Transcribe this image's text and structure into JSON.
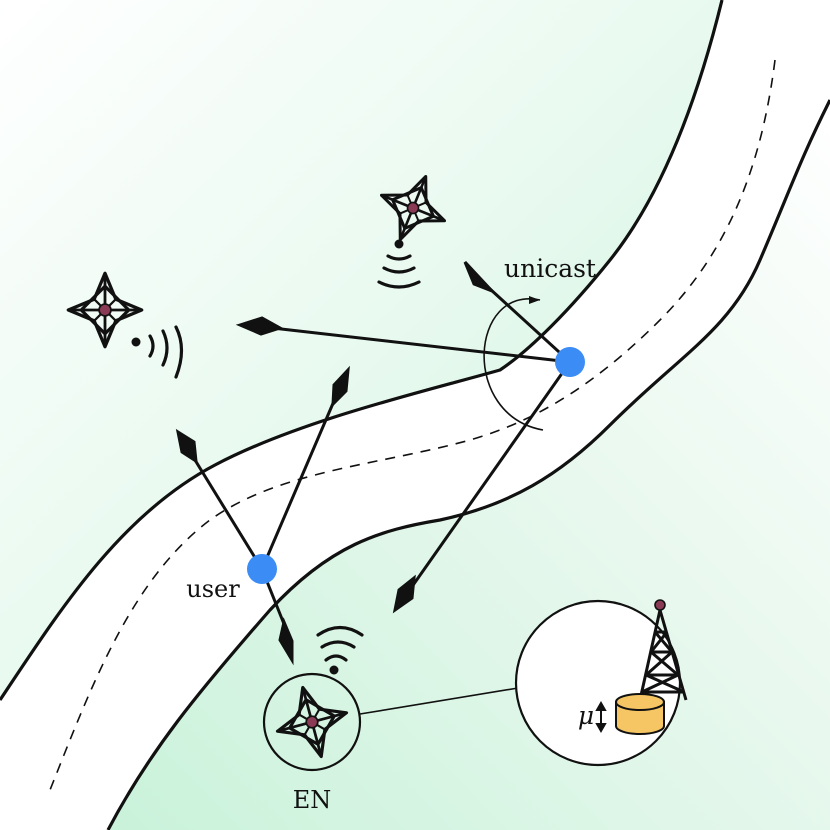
{
  "labels": {
    "unicast": "unicast",
    "user": "user",
    "en": "EN",
    "mu": "μ"
  },
  "colors": {
    "green_region": "#c8f2d8",
    "road": "#ffffff",
    "user_dot": "#3b8cf5",
    "antenna_tip": "#8a3a55",
    "storage": "#f5c663"
  },
  "icons": [
    "base-station-icon",
    "radio-waves-icon",
    "transmission-tower-icon",
    "storage-cylinder-icon",
    "updown-arrow-icon"
  ]
}
